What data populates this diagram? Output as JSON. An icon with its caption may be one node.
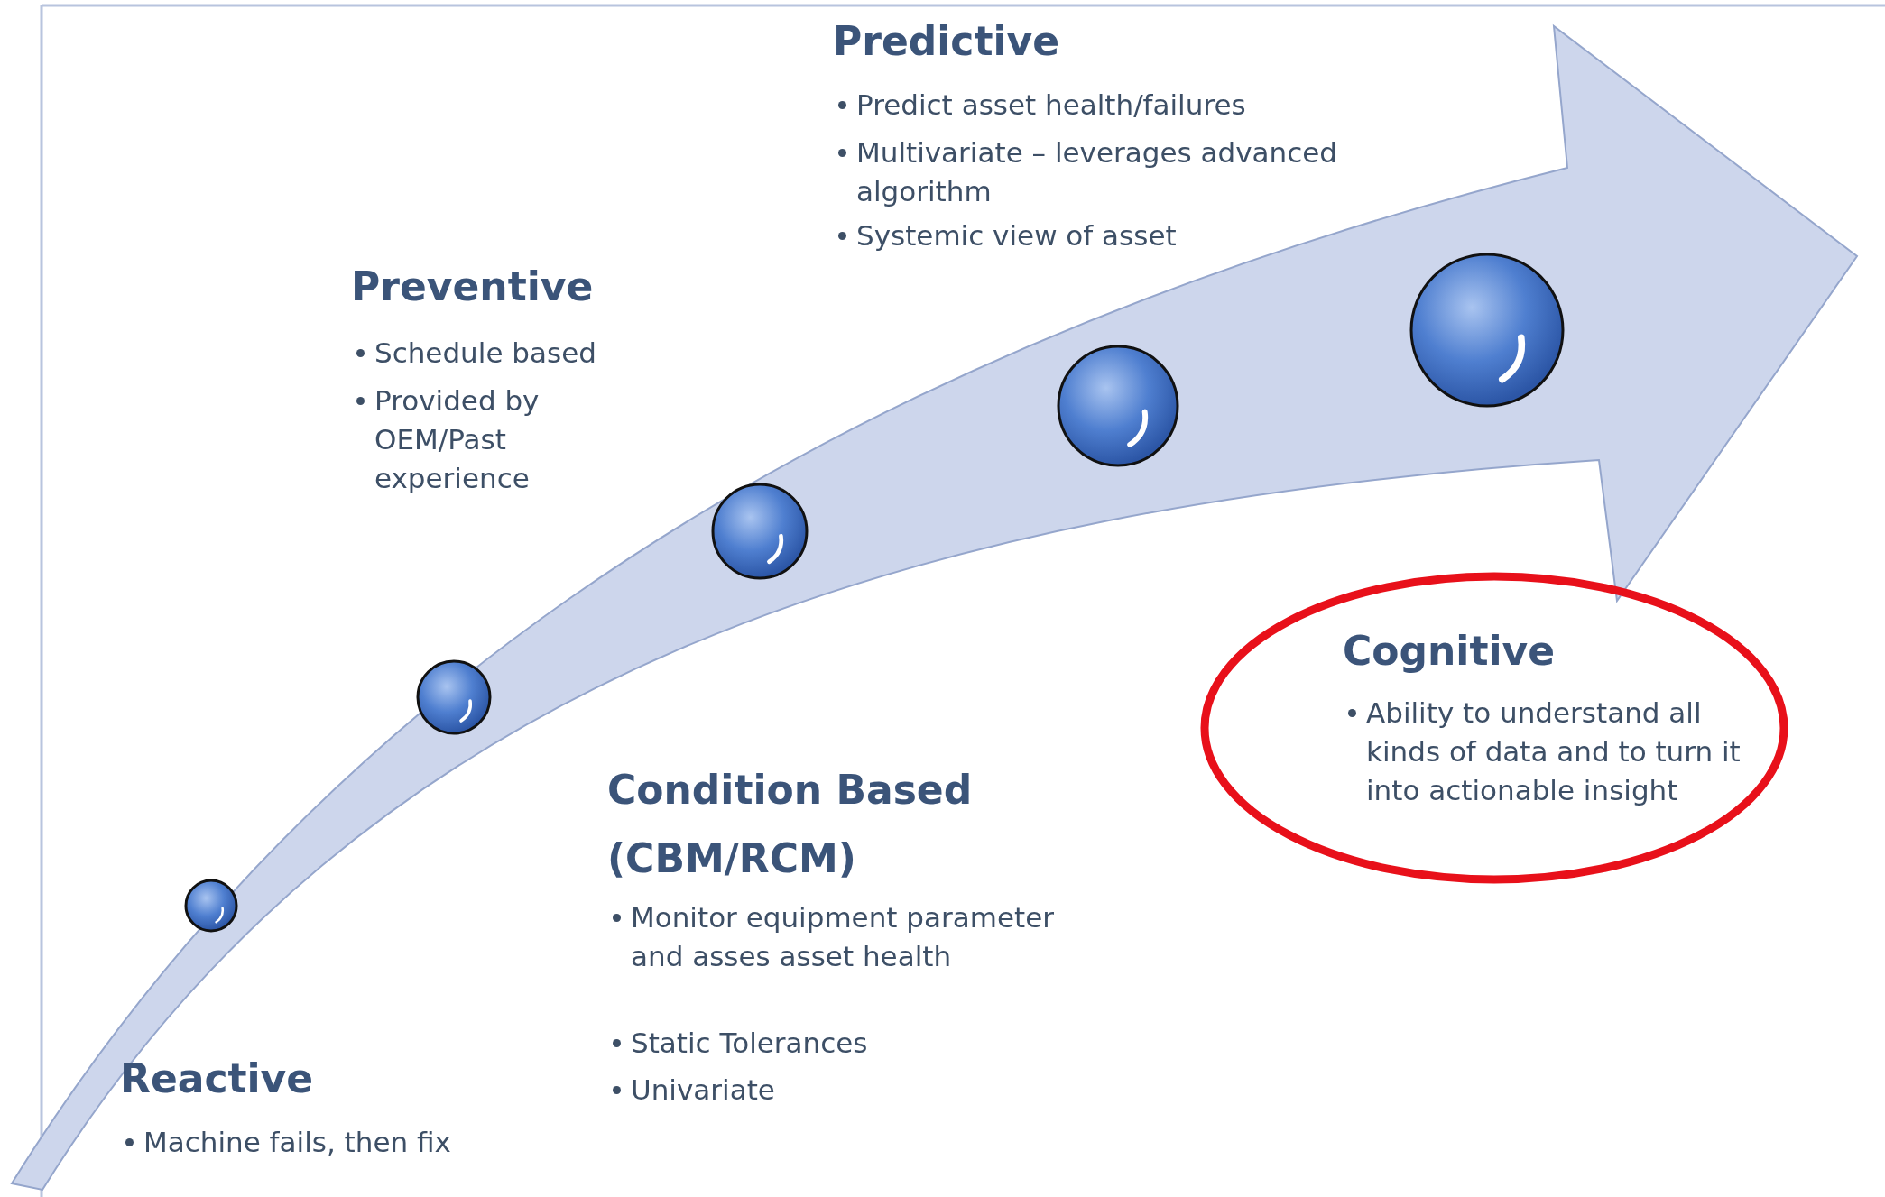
{
  "diagram": {
    "nodes": [
      {
        "text": [],
        "shape": "circle"
      },
      {
        "text": [],
        "shape": "circle"
      },
      {
        "text": [],
        "shape": "circle"
      },
      {
        "text": [],
        "shape": "circle"
      },
      {
        "text": [],
        "shape": "circle"
      },
      {
        "text": [
          "Cognitive",
          "Ability to understand all kinds of data and to turn it into actionable insight"
        ]
      }
    ],
    "edges": [],
    "labels": [
      "Predictive",
      "Predict asset health/failures",
      "Multivariate – leverages advanced algorithm",
      "Systemic view of asset",
      "Preventive",
      "Schedule based",
      "Provided by OEM/Past experience",
      "Condition Based (CBM/RCM)",
      "Monitor equipment parameter and asses asset health",
      "Static Tolerances",
      "Univariate",
      "Reactive",
      "Machine fails, then fix"
    ]
  }
}
